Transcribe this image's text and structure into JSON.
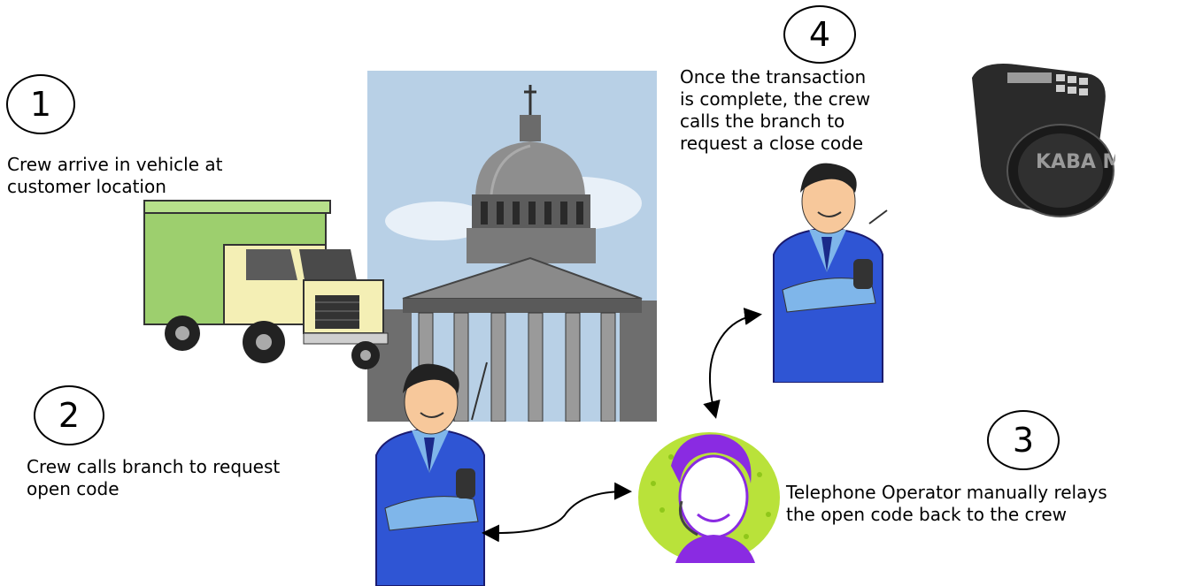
{
  "steps": [
    {
      "number": "1",
      "text": "Crew arrive in vehicle at\ncustomer location"
    },
    {
      "number": "2",
      "text": "Crew calls branch to request\nopen code"
    },
    {
      "number": "3",
      "text": "Telephone Operator manually relays\nthe open code back to the crew"
    },
    {
      "number": "4",
      "text": "Once the transaction\nis complete, the crew\ncalls the branch to\nrequest a close code"
    }
  ],
  "lock_brand": "KABA MAS",
  "colors": {
    "truck_box": "#9dcf6e",
    "truck_cab": "#f4efb5",
    "uniform": "#2f55d4",
    "shirt": "#7fb6ea",
    "operator_bg": "#b9e23a",
    "operator_face": "#8a2be2",
    "sky": "#b8d0e6"
  }
}
